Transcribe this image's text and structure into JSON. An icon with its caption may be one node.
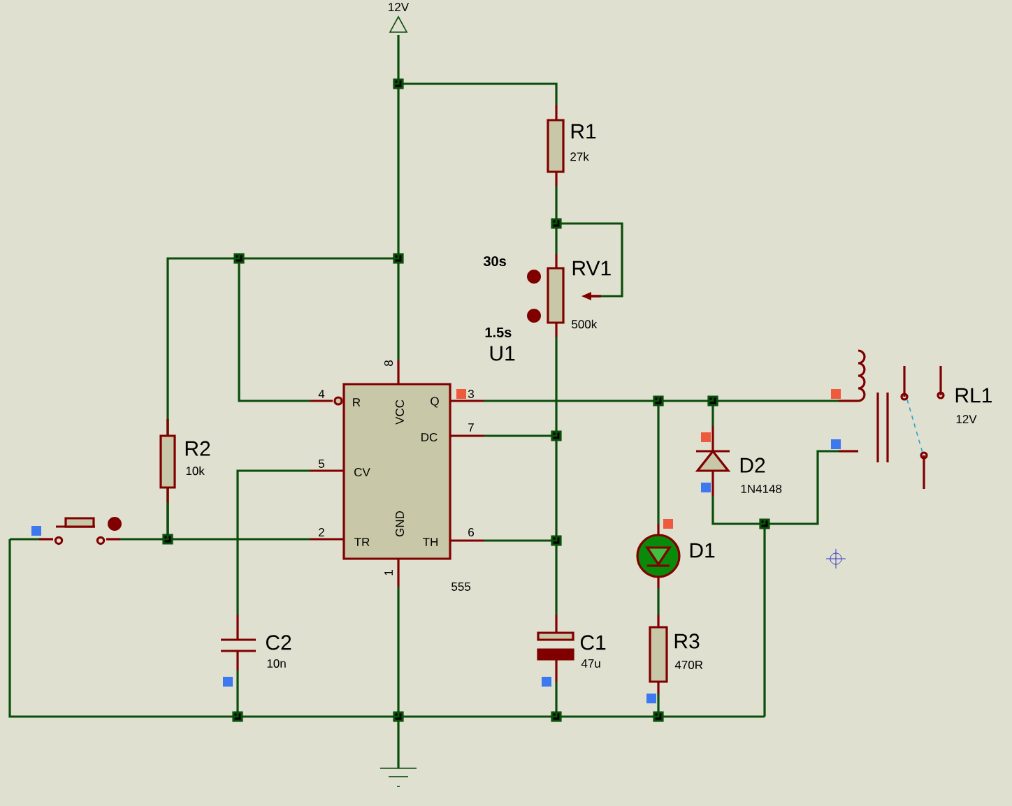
{
  "diagram": {
    "labels": [
      "12V",
      "R1",
      "27k",
      "30s",
      "RV1",
      "1.5s",
      "500k",
      "U1",
      "8",
      "4",
      "R",
      "VCC",
      "Q",
      "3",
      "7",
      "DC",
      "RL1",
      "12V",
      "R2",
      "10k",
      "5",
      "CV",
      "D2",
      "1N4148",
      "2",
      "TR",
      "GND",
      "TH",
      "6",
      "D1",
      "1",
      "555",
      "C2",
      "10n",
      "C1",
      "47u",
      "R3",
      "470R"
    ]
  }
}
